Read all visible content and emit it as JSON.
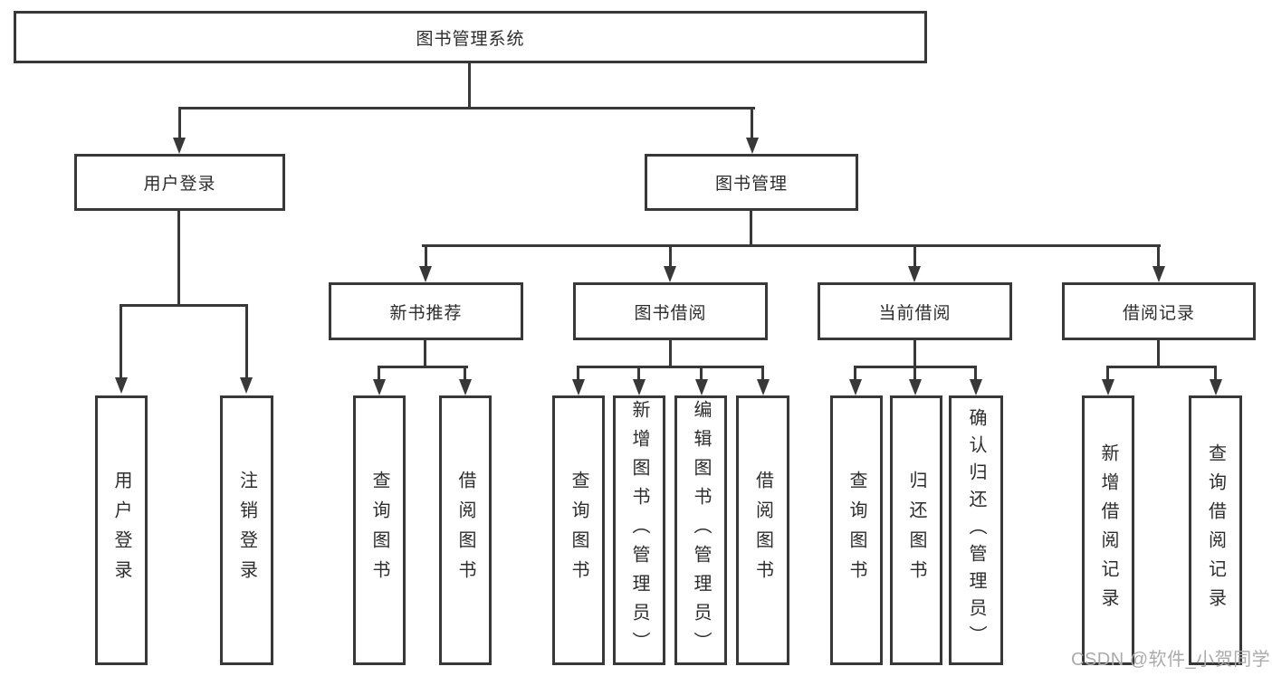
{
  "diagram_title": "图书管理系统",
  "tree": {
    "root": "图书管理系统",
    "children": [
      {
        "label": "用户登录",
        "children": [
          "用户登录",
          "注销登录"
        ]
      },
      {
        "label": "图书管理",
        "children": [
          {
            "label": "新书推荐",
            "children": [
              "查询图书",
              "借阅图书"
            ]
          },
          {
            "label": "图书借阅",
            "children": [
              "查询图书",
              "新增图书（管理员）",
              "编辑图书（管理员）",
              "借阅图书"
            ]
          },
          {
            "label": "当前借阅",
            "children": [
              "查询图书",
              "归还图书",
              "确认归还（管理员）"
            ]
          },
          {
            "label": "借阅记录",
            "children": [
              "新增借阅记录",
              "查询借阅记录"
            ]
          }
        ]
      }
    ]
  },
  "watermark": {
    "text": "CSDN @软件_小贺同学"
  },
  "colors": {
    "line": "#383838",
    "box_border": "#383838",
    "text": "#2d2d2d",
    "watermark": "#ababab",
    "background": "#ffffff"
  }
}
